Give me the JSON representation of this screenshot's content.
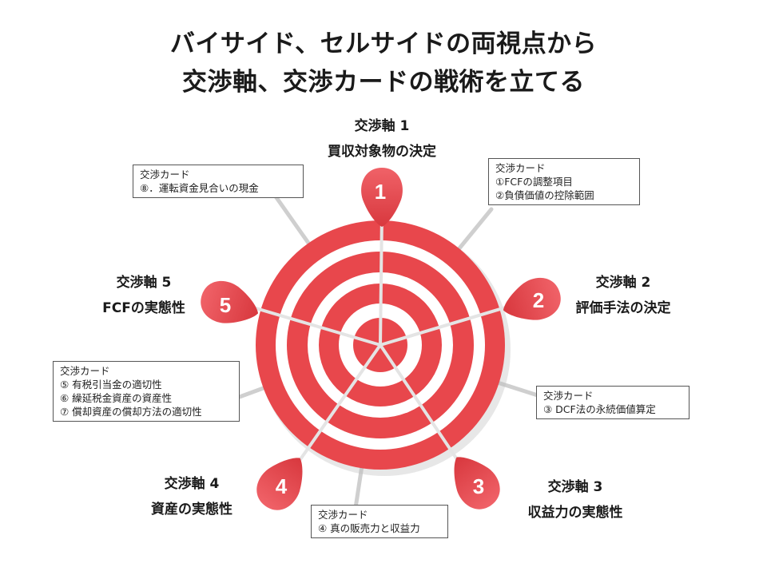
{
  "title": {
    "line1": "バイサイド、セルサイドの両視点から",
    "line2": "交渉軸、交渉カードの戦術を立てる"
  },
  "colors": {
    "red": "#e8474c",
    "dark_red": "#c9343a",
    "white": "#ffffff"
  },
  "axes": [
    {
      "number": "1",
      "name": "交渉軸 1",
      "subject": "買収対象物の決定"
    },
    {
      "number": "2",
      "name": "交渉軸 2",
      "subject": "評価手法の決定"
    },
    {
      "number": "3",
      "name": "交渉軸 3",
      "subject": "収益力の実態性"
    },
    {
      "number": "4",
      "name": "交渉軸 4",
      "subject": "資産の実態性"
    },
    {
      "number": "5",
      "name": "交渉軸 5",
      "subject": "FCFの実態性"
    }
  ],
  "cards": [
    {
      "heading": "交渉カード",
      "items": [
        "⑧．運転資金見合いの現金"
      ]
    },
    {
      "heading": "交渉カード",
      "items": [
        "①FCFの調整項目",
        "②負債価値の控除範囲"
      ]
    },
    {
      "heading": "交渉カード",
      "items": [
        "⑤ 有税引当金の適切性",
        "⑥ 繰延税金資産の資産性",
        "⑦ 償却資産の償却方法の適切性"
      ]
    },
    {
      "heading": "交渉カード",
      "items": [
        "③ DCF法の永続価値算定"
      ]
    },
    {
      "heading": "交渉カード",
      "items": [
        "④ 真の販売力と収益力"
      ]
    }
  ]
}
